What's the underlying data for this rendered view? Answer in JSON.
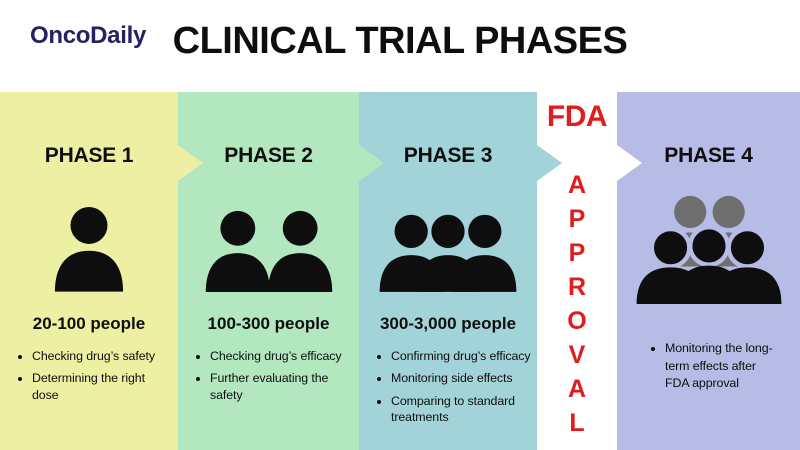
{
  "header": {
    "logo": "OncoDaily",
    "title": "CLINICAL TRIAL PHASES"
  },
  "fda": {
    "label": "FDA",
    "word": "APPROVAL",
    "letters": [
      "A",
      "P",
      "P",
      "R",
      "O",
      "V",
      "A",
      "L"
    ]
  },
  "phases": [
    {
      "name": "PHASE 1",
      "people": "20-100 people",
      "icon": "one-person-icon",
      "bullets": [
        "Checking drug’s safety",
        "Determining the right dose"
      ]
    },
    {
      "name": "PHASE 2",
      "people": "100-300 people",
      "icon": "two-people-icon",
      "bullets": [
        "Checking drug’s efficacy",
        "Further evaluating the safety"
      ]
    },
    {
      "name": "PHASE 3",
      "people": "300-3,000 people",
      "icon": "three-people-icon",
      "bullets": [
        "Confirming drug’s efficacy",
        "Monitoring side effects",
        "Comparing to standard treatments"
      ]
    },
    {
      "name": "PHASE 4",
      "icon": "crowd-icon",
      "bullets": [
        "Monitoring the long-term effects after FDA approval"
      ]
    }
  ],
  "colors": {
    "phase1": "#edf0a2",
    "phase2": "#b2e7c0",
    "phase3": "#a2d3d8",
    "phase4": "#b6bce5",
    "red": "#e01c1c",
    "navy": "#262064",
    "ink": "#0e0e0e",
    "gray": "#6f6f6f"
  }
}
